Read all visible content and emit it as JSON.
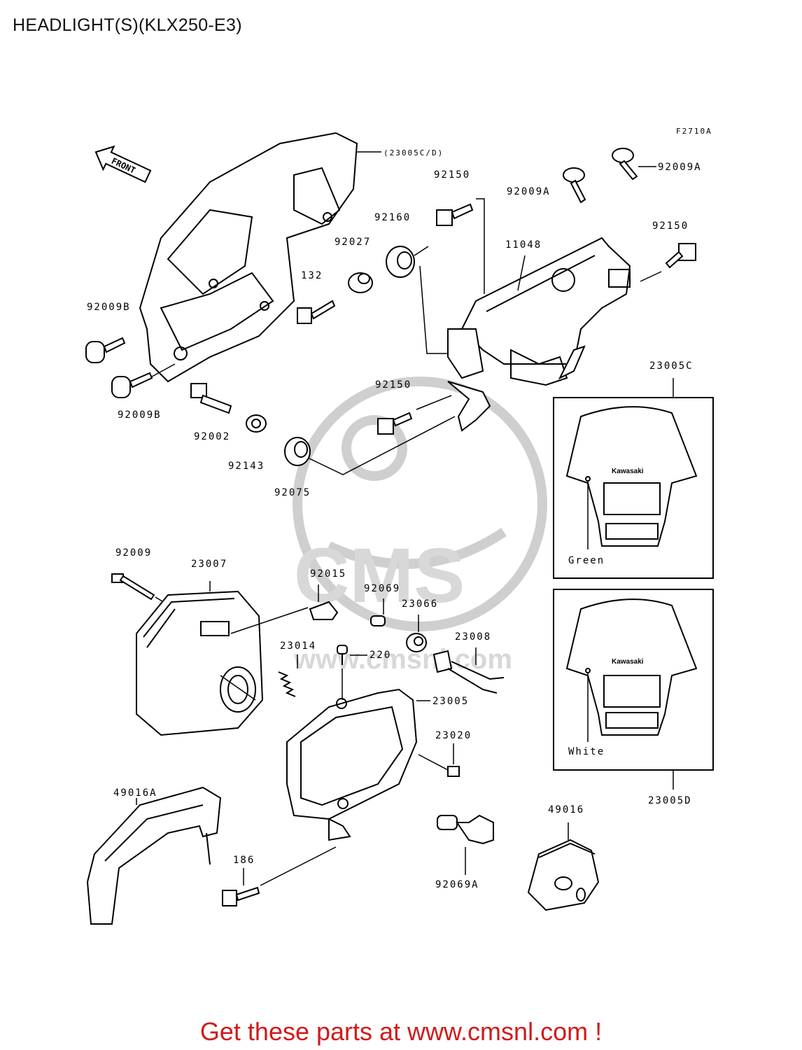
{
  "header": {
    "title": "HEADLIGHT(S)(KLX250-E3)"
  },
  "diagram": {
    "figure_code": "F2710A",
    "front_arrow": "FRONT",
    "labels": {
      "l_23005CD": "(23005C/D)",
      "l_92150_a": "92150",
      "l_92009A_a": "92009A",
      "l_92009A_b": "92009A",
      "l_92160": "92160",
      "l_92027": "92027",
      "l_11048": "11048",
      "l_92150_b": "92150",
      "l_132": "132",
      "l_92009B_a": "92009B",
      "l_92009B_b": "92009B",
      "l_92002": "92002",
      "l_92143": "92143",
      "l_92150_c": "92150",
      "l_92075": "92075",
      "l_23005C": "23005C",
      "l_green": "Green",
      "l_92009": "92009",
      "l_23007": "23007",
      "l_92015": "92015",
      "l_92069": "92069",
      "l_23066": "23066",
      "l_23014": "23014",
      "l_220": "220",
      "l_23008": "23008",
      "l_23005": "23005",
      "l_23020": "23020",
      "l_white": "White",
      "l_23005D": "23005D",
      "l_49016A": "49016A",
      "l_49016": "49016",
      "l_186": "186",
      "l_92069A": "92069A",
      "brand_a": "Kawasaki",
      "brand_b": "Kawasaki"
    },
    "watermark": {
      "text": "CMS",
      "url": "www.cmsnl.com"
    }
  },
  "footer": {
    "cta": "Get these parts at www.cmsnl.com !"
  },
  "colors": {
    "footer_text": "#d21a1a",
    "line": "#000000",
    "watermark": "#cfcfcf"
  }
}
